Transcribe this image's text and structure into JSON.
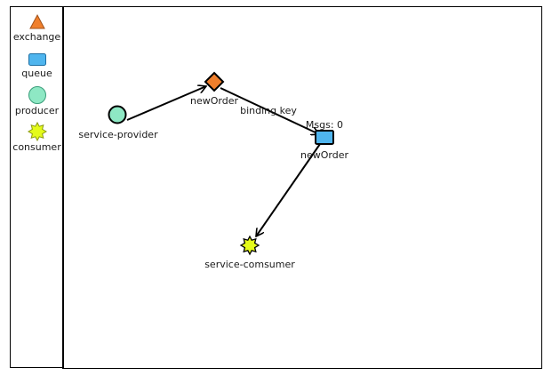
{
  "legend": {
    "items": [
      {
        "label": "exchange",
        "icon": "triangle-icon",
        "color": "#f07f2c"
      },
      {
        "label": "queue",
        "icon": "rectangle-icon",
        "color": "#4fb5ee"
      },
      {
        "label": "producer",
        "icon": "circle-icon",
        "color": "#8ee8c4"
      },
      {
        "label": "consumer",
        "icon": "starburst-icon",
        "color": "#e4fb1a"
      }
    ]
  },
  "diagram": {
    "nodes": {
      "producer": {
        "label": "service-provider",
        "type": "producer",
        "color": "#8ee8c4"
      },
      "exchange": {
        "label": "newOrder",
        "type": "exchange",
        "color": "#f07f2c"
      },
      "queue": {
        "label": "newOrder",
        "type": "queue",
        "color": "#4fb5ee",
        "msgs": "Msgs: 0"
      },
      "consumer": {
        "label": "service-comsumer",
        "type": "consumer",
        "color": "#e4fb1a"
      }
    },
    "edges": {
      "binding": {
        "label": "binding key"
      }
    }
  }
}
